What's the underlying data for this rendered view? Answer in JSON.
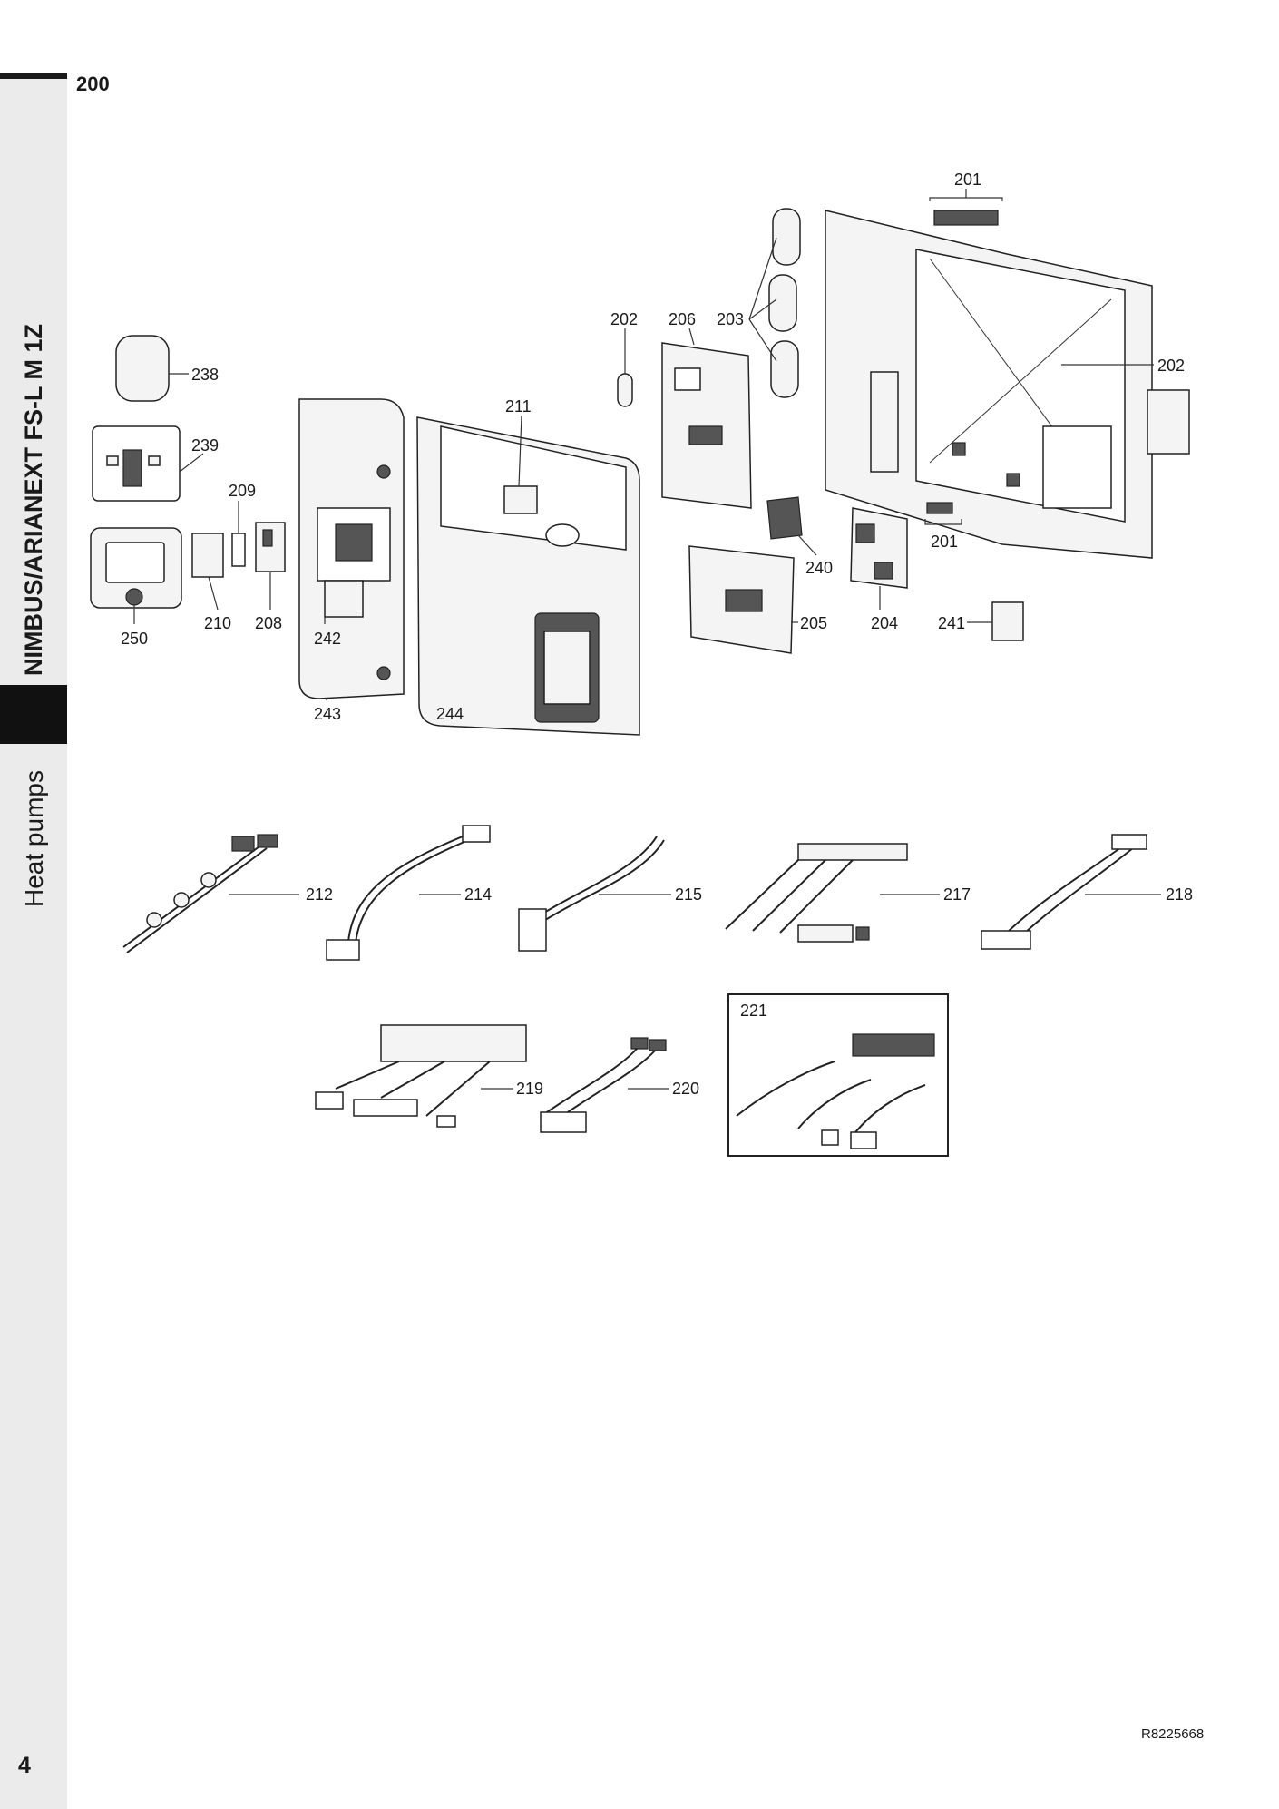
{
  "header": {
    "group_number": "200"
  },
  "sidebar": {
    "product_title": "NIMBUS/ARIANEXT FS-L M 1Z",
    "section_title": "Heat pumps"
  },
  "footer": {
    "page_number": "4",
    "doc_code": "R8225668"
  },
  "callouts": {
    "c201a": "201",
    "c201b": "201",
    "c202a": "202",
    "c202b": "202",
    "c203": "203",
    "c204": "204",
    "c205": "205",
    "c206": "206",
    "c208": "208",
    "c209": "209",
    "c210": "210",
    "c211": "211",
    "c212": "212",
    "c214": "214",
    "c215": "215",
    "c217": "217",
    "c218": "218",
    "c219": "219",
    "c220": "220",
    "c221": "221",
    "c238": "238",
    "c239": "239",
    "c240": "240",
    "c241": "241",
    "c242": "242",
    "c243": "243",
    "c244": "244",
    "c250": "250"
  }
}
